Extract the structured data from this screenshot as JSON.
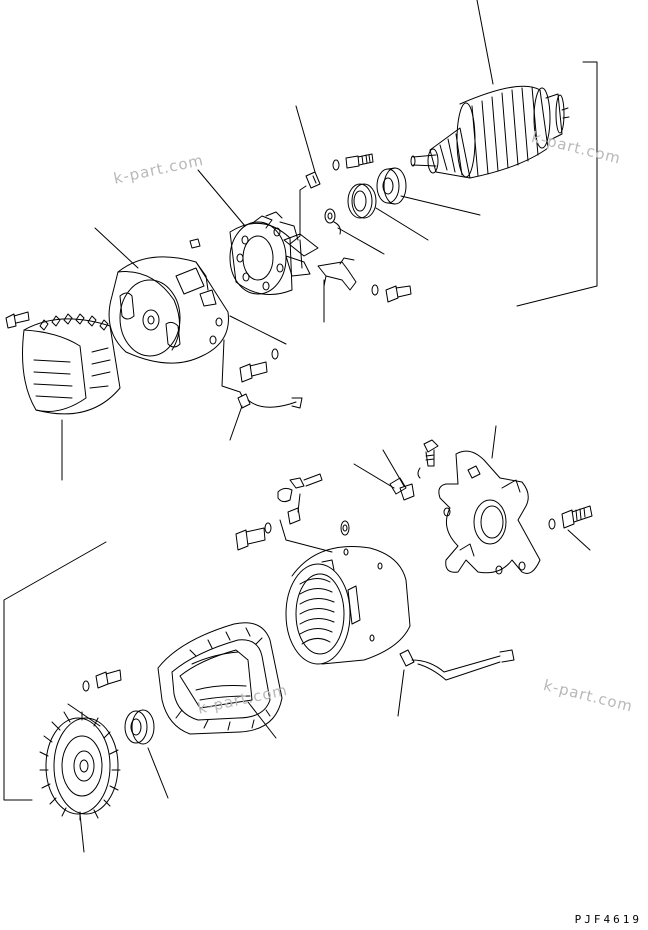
{
  "watermarks": [
    "k-part.com",
    "k-part.com",
    "k-part.com",
    "k-part.com"
  ],
  "drawing_code": "PJF4619",
  "colors": {
    "line": "#000000",
    "background": "#ffffff",
    "watermark": "#b8b8b8"
  }
}
